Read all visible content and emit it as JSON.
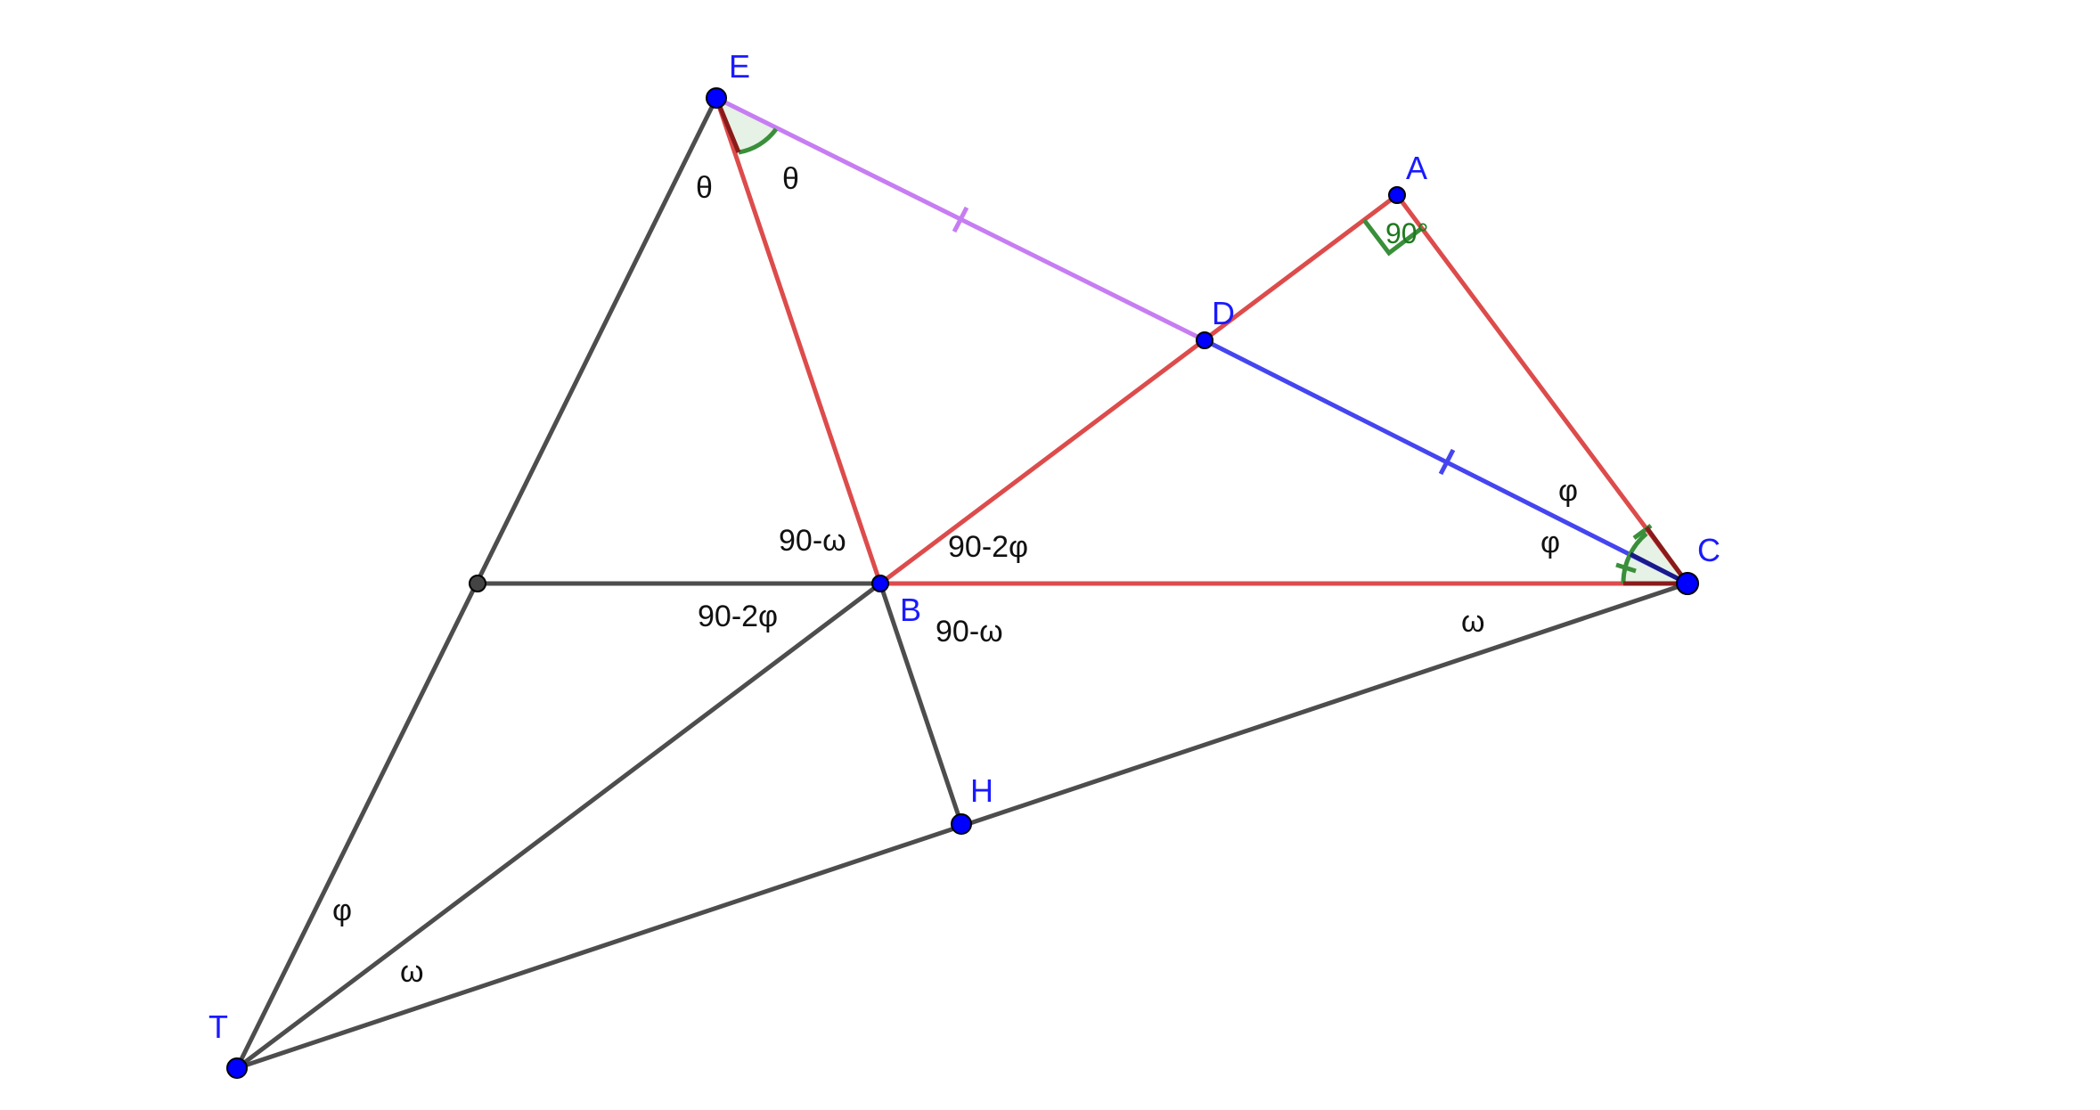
{
  "colors": {
    "dark_segment": "#4d4d4d",
    "red_segment": "#dd4b4b",
    "purple_segment": "#c77df2",
    "blue_segment": "#4545f0",
    "angle_arc": "#3a8f3a",
    "angle_fill": "#e5f2e5",
    "point_fill": "#0000ff",
    "point_stroke": "#000000",
    "unnamed_point_fill": "#444444",
    "point_label": "#1a1aff",
    "right_angle_label": "#1e7a1e"
  },
  "points": {
    "E": "E",
    "A": "A",
    "D": "D",
    "C": "C",
    "B": "B",
    "H": "H",
    "T": "T"
  },
  "angle_labels": {
    "theta_left": "θ",
    "theta_right": "θ",
    "right_angle_A": "90°",
    "phi_C_upper": "φ",
    "phi_C_lower": "φ",
    "ninety_minus_omega_upper": "90-ω",
    "ninety_minus_two_phi_upper": "90-2φ",
    "ninety_minus_two_phi_lower": "90-2φ",
    "ninety_minus_omega_lower": "90-ω",
    "omega_C": "ω",
    "phi_T": "φ",
    "omega_T": "ω"
  }
}
